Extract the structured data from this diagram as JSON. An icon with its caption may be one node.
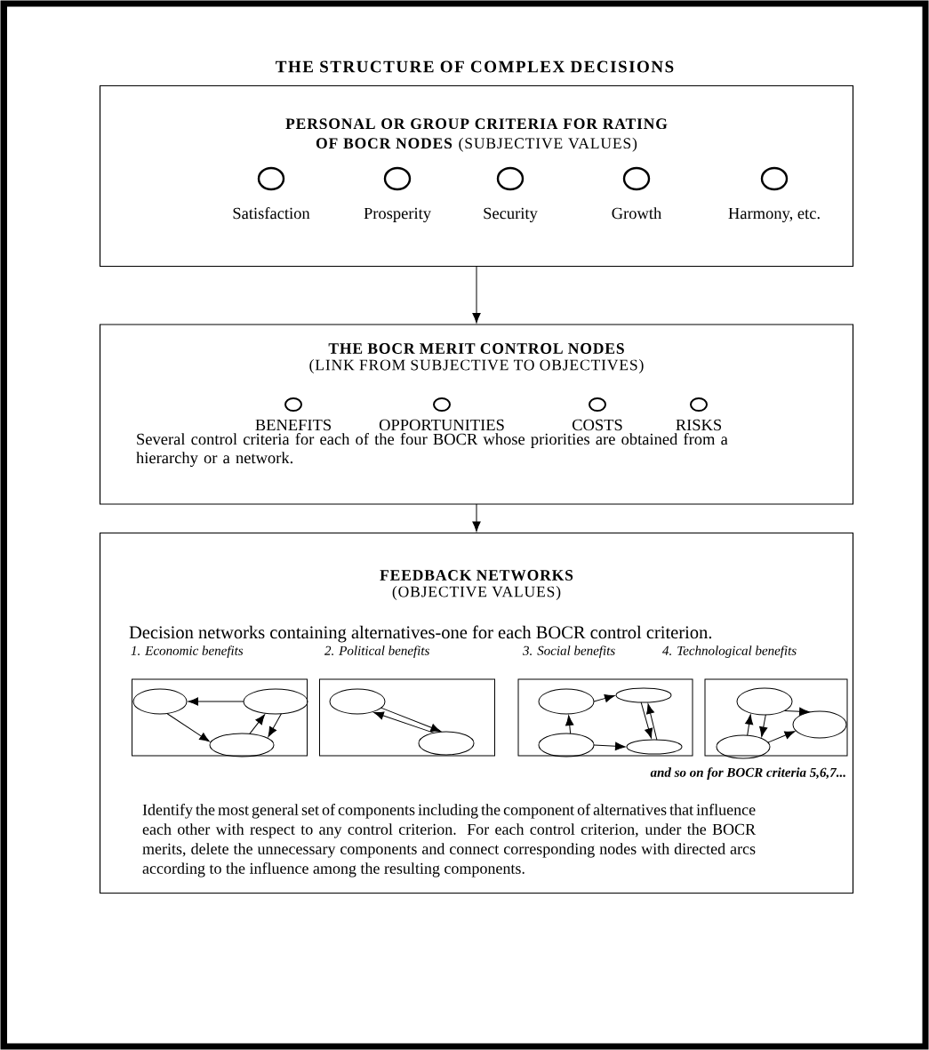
{
  "diagram": {
    "title": "THE STRUCTURE OF COMPLEX DECISIONS",
    "nodes": [
      {
        "text": [
          "**PERSONAL OR GROUP CRITERIA FOR RATING OF BOCR NODES** (SUBJECTIVE VALUES)"
        ]
      },
      {
        "text": [
          "Satisfaction"
        ],
        "in": 0
      },
      {
        "text": [
          "Prosperity"
        ],
        "in": 0
      },
      {
        "text": [
          "Security"
        ],
        "in": 0
      },
      {
        "text": [
          "Growth"
        ],
        "in": 0
      },
      {
        "text": [
          "Harmony, etc."
        ],
        "in": 0
      },
      {
        "text": [
          "THE BOCR MERIT CONTROL NODES",
          "(LINK FROM SUBJECTIVE TO OBJECTIVES)",
          "Several control criteria for each of the four BOCR whose priorities are obtained from a hierarchy or a network."
        ]
      },
      {
        "text": [
          "BENEFITS"
        ],
        "in": 6
      },
      {
        "text": [
          "OPPORTUNITIES"
        ],
        "in": 6
      },
      {
        "text": [
          "COSTS"
        ],
        "in": 6
      },
      {
        "text": [
          "RISKS"
        ],
        "in": 6
      },
      {
        "text": [
          "FEEDBACK NETWORKS",
          "(OBJECTIVE VALUES)",
          "Decision networks containing alternatives-one for each BOCR control criterion.",
          "and so on for BOCR criteria 5,6,7...",
          "Identify the most general set of components including the component of alternatives that influence each other with respect to any control criterion. For each control criterion, under the BOCR merits, delete the unnecessary components and connect corresponding nodes with directed arcs according to the influence among the resulting components."
        ]
      },
      {
        "text": [
          "1. Economic benefits"
        ],
        "in": 11
      },
      {
        "text": [
          "2. Political benefits"
        ],
        "in": 11
      },
      {
        "text": [
          "3. Social benefits"
        ],
        "in": 11
      },
      {
        "text": [
          "4. Technological benefits"
        ],
        "in": 11
      },
      {
        "text": [],
        "shape": "ellipse",
        "in": 12
      },
      {
        "text": [],
        "shape": "ellipse",
        "in": 12
      },
      {
        "text": [],
        "shape": "ellipse",
        "in": 12
      },
      {
        "text": [],
        "shape": "ellipse",
        "in": 13
      },
      {
        "text": [],
        "shape": "ellipse",
        "in": 13
      },
      {
        "text": [],
        "shape": "ellipse",
        "in": 14
      },
      {
        "text": [],
        "shape": "ellipse",
        "in": 14
      },
      {
        "text": [],
        "shape": "ellipse",
        "in": 14
      },
      {
        "text": [],
        "shape": "ellipse",
        "in": 14
      },
      {
        "text": [],
        "shape": "ellipse",
        "in": 15
      },
      {
        "text": [],
        "shape": "ellipse",
        "in": 15
      },
      {
        "text": [],
        "shape": "ellipse",
        "in": 15
      }
    ],
    "edges": [
      {
        "from": 0,
        "to": 6,
        "arrow": "to"
      },
      {
        "from": 6,
        "to": 11,
        "arrow": "to"
      },
      {
        "from": 17,
        "to": 16,
        "arrow": "to"
      },
      {
        "from": 16,
        "to": 18,
        "arrow": "to"
      },
      {
        "from": 18,
        "to": 17,
        "arrow": "to"
      },
      {
        "from": 17,
        "to": 18,
        "arrow": "to"
      },
      {
        "from": 19,
        "to": 20,
        "arrow": "to"
      },
      {
        "from": 20,
        "to": 19,
        "arrow": "to"
      },
      {
        "from": 21,
        "to": 22,
        "arrow": "to"
      },
      {
        "from": 23,
        "to": 21,
        "arrow": "to"
      },
      {
        "from": 22,
        "to": 24,
        "arrow": "to"
      },
      {
        "from": 24,
        "to": 22,
        "arrow": "to"
      },
      {
        "from": 23,
        "to": 24,
        "arrow": "to"
      },
      {
        "from": 25,
        "to": 26,
        "arrow": "to"
      },
      {
        "from": 27,
        "to": 25,
        "arrow": "to"
      },
      {
        "from": 25,
        "to": 27,
        "arrow": "to"
      },
      {
        "from": 27,
        "to": 26,
        "arrow": "to"
      }
    ]
  }
}
